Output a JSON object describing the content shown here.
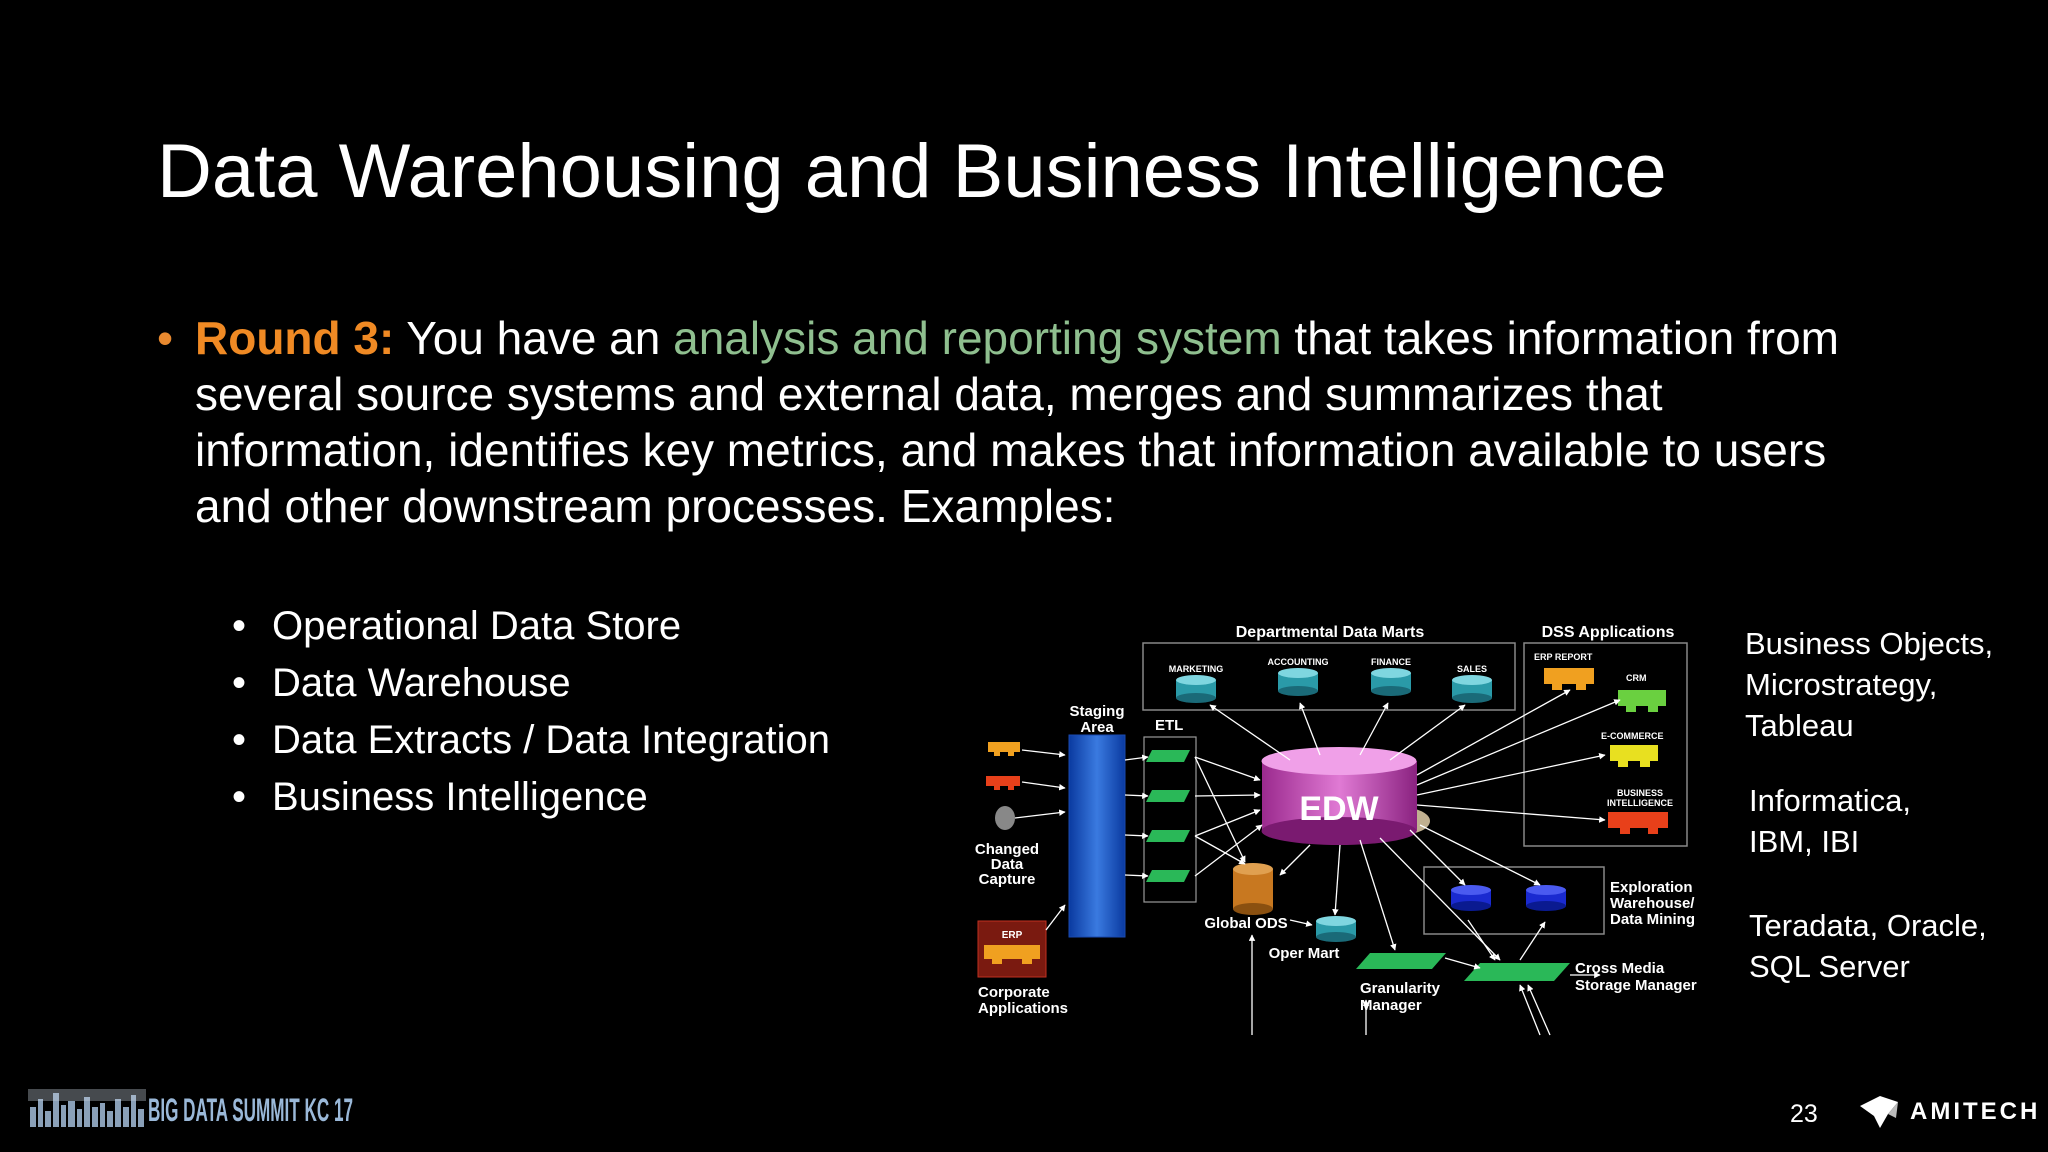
{
  "slide": {
    "title": "Data Warehousing and Business Intelligence",
    "round_label": "Round 3:",
    "intro_before": " You have an ",
    "intro_highlight": "analysis and reporting system",
    "intro_after": " that takes information from several source systems and external data, merges and summarizes that information, identifies key metrics, and makes that information available to users and other downstream processes. Examples:",
    "examples": [
      "Operational Data Store",
      "Data Warehouse",
      "Data Extracts / Data Integration",
      "Business Intelligence"
    ],
    "notes": {
      "bi_tools": [
        "Business Objects,",
        "Microstrategy,",
        "Tableau"
      ],
      "etl_tools": [
        "Informatica,",
        "IBM, IBI"
      ],
      "db_tools": [
        "Teradata, Oracle,",
        "SQL Server"
      ]
    },
    "page_number": "23"
  },
  "diagram": {
    "departmental_data_marts": "Departmental Data Marts",
    "dss_applications": "DSS Applications",
    "marketing": "MARKETING",
    "accounting": "ACCOUNTING",
    "finance": "FINANCE",
    "sales": "SALES",
    "erp_report": "ERP REPORT",
    "crm": "CRM",
    "ecommerce": "E-COMMERCE",
    "business": "BUSINESS",
    "intelligence": "INTELLIGENCE",
    "staging": "Staging",
    "area": "Area",
    "etl": "ETL",
    "edw": "EDW",
    "changed": "Changed",
    "data": "Data",
    "capture": "Capture",
    "erp": "ERP",
    "corporate": "Corporate",
    "applications": "Applications",
    "global_ods": "Global ODS",
    "oper_mart": "Oper Mart",
    "granularity": "Granularity",
    "manager": "Manager",
    "exploration": "Exploration",
    "warehouse": "Warehouse/",
    "data_mining": "Data Mining",
    "cross_media": "Cross Media",
    "storage_manager": "Storage Manager"
  },
  "footer": {
    "event_logo_text": "BIG DATA SUMMIT KC 17",
    "company": "AMITECH"
  },
  "colors": {
    "background": "#000000",
    "accent_orange": "#f08a24",
    "accent_green": "#8fbf8f"
  }
}
